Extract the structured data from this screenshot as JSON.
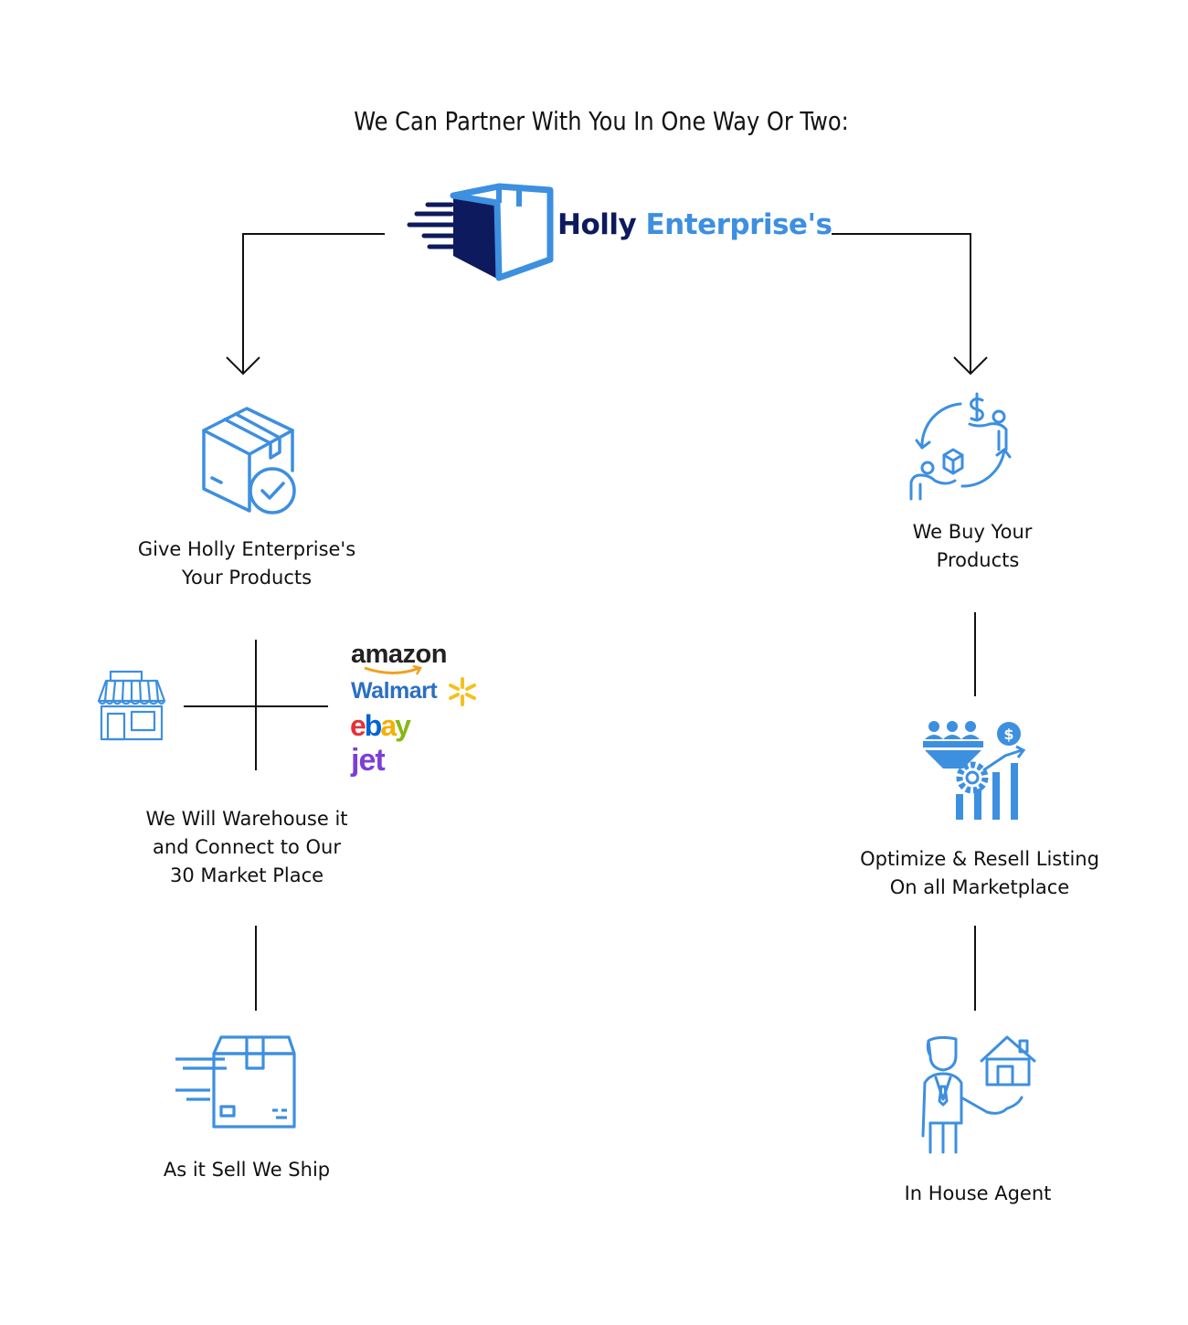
{
  "heading": "We Can Partner With You In One Way Or Two:",
  "logo": {
    "word_a": "Holly",
    "word_b": "Enterprise's",
    "icon": "moving-box-icon"
  },
  "left": {
    "step1": {
      "icon": "box-check-icon",
      "line1": "Give Holly Enterprise's",
      "line2": "Your Products"
    },
    "step2": {
      "icon": "storefront-icon",
      "line1": "We Will Warehouse it",
      "line2": "and Connect to Our",
      "line3": "30 Market Place",
      "marketplaces": [
        "amazon",
        "Walmart",
        "ebay",
        "jet"
      ]
    },
    "step3": {
      "icon": "shipping-box-icon",
      "line1": "As it Sell We Ship"
    }
  },
  "right": {
    "step1": {
      "icon": "exchange-cycle-icon",
      "line1": "We Buy Your",
      "line2": "Products"
    },
    "step2": {
      "icon": "funnel-growth-chart-icon",
      "line1": "Optimize & Resell Listing",
      "line2": "On all Marketplace"
    },
    "step3": {
      "icon": "real-estate-agent-icon",
      "line1": "In House Agent"
    }
  },
  "colors": {
    "icon_blue": "#3d8fe0",
    "navy": "#0d1a5e",
    "line": "#111111"
  }
}
